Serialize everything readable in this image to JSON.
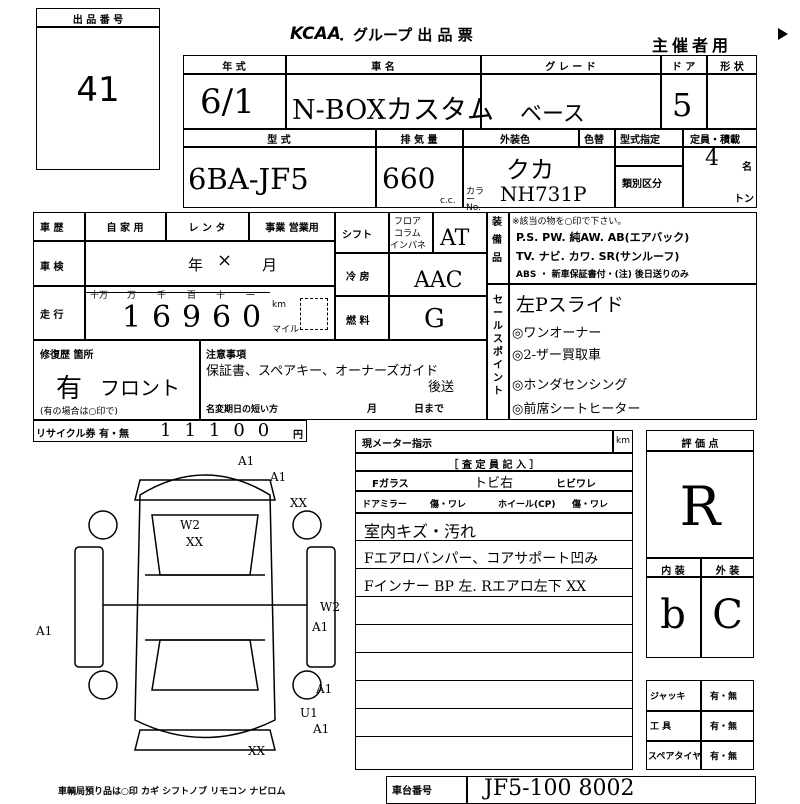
{
  "lot_box": {
    "label": "出 品 番 号",
    "number": "41"
  },
  "header": {
    "brand": "KCAA",
    "title": "．グループ 出 品 票",
    "host": "主催者用"
  },
  "row1": {
    "year_label": "年 式",
    "year_value": "6/1",
    "name_label": "車 名",
    "name_value": "N-BOXカスタム",
    "grade_label": "グ レ ー ド",
    "grade_value": "ベース",
    "door_label": "ド ア",
    "door_value": "5",
    "shape_label": "形 状"
  },
  "row2": {
    "model_label": "型 式",
    "model_value": "6BA-JF5",
    "disp_label": "排 気 量",
    "disp_value": "660",
    "disp_unit": "c.c.",
    "exterior_label": "外装色",
    "exterior_value": "クカ",
    "color_no_label": "色替",
    "type_spec_label": "型式指定",
    "class_label": "類別区分",
    "capacity_label": "定員・積載",
    "capacity_value": "4",
    "capacity_unit": "名",
    "ton_unit": "トン",
    "color_code_label": "カラー No.",
    "color_code_value": "NH731P"
  },
  "history": {
    "label": "車 歴",
    "options": [
      "自 家 用",
      "レ ン タ",
      "事業 営業用"
    ]
  },
  "inspection": {
    "label": "車 検",
    "year": "年",
    "x": "×",
    "month": "月"
  },
  "mileage": {
    "label": "走 行",
    "units": [
      "十万",
      "万",
      "千",
      "百",
      "十",
      "一"
    ],
    "digits": [
      "1",
      "6",
      "9",
      "6",
      "0"
    ],
    "km_label": "km",
    "mile_label": "マイル"
  },
  "shift": {
    "label": "シフト",
    "options": [
      "フロア",
      "コラム",
      "インパネ"
    ],
    "value": "AT"
  },
  "ac": {
    "label": "冷 房",
    "value": "AAC"
  },
  "fuel": {
    "label": "燃 料",
    "value": "G"
  },
  "equipment": {
    "label": "装 備 品",
    "note": "※該当の物を○印で下さい。",
    "line1": "P.S. PW. 純AW. AB(エアバック)",
    "line2": "TV. ナビ. カワ. SR(サンルーフ)",
    "line3": "ABS ・ 新車保証書付・(注) 後日送りのみ"
  },
  "sales_point": {
    "label": "セールスポイント",
    "lines": [
      "左Pスライド",
      "◎ワンオーナー",
      "◎2-ザー買取車",
      "◎ホンダセンシング",
      "◎前席シートヒーター"
    ]
  },
  "repair": {
    "label": "修復歴 箇所",
    "value": "有",
    "place": "フロント",
    "note": "(有の場合は○印で)"
  },
  "caution": {
    "label": "注意事項",
    "text": "保証書、スペアキー、オーナーズガイド",
    "text2": "後送",
    "deadline_label": "名変期日の短い方",
    "month": "月",
    "day": "日まで"
  },
  "recycle": {
    "label": "リサイクル券 有・無",
    "value": "11100",
    "unit": "円"
  },
  "meter": {
    "label": "現メーター指示",
    "unit": "km"
  },
  "assess": {
    "label": "［ 査 定 員 記 入 ］",
    "glass_label": "Fガラス",
    "glass_value": "トビ右",
    "glass_crack": "ヒビワレ",
    "mirror_label": "ドアミラー",
    "mirror_value": "傷・ワレ",
    "wheel_label": "ホイール(CP)",
    "wheel_value": "傷・ワレ"
  },
  "notes": [
    "室内キズ・汚れ",
    "Fエアロバンパー、コアサポート凹み",
    "Fインナー BP 左. Rエアロ左下 XX"
  ],
  "score": {
    "label": "評 価 点",
    "value": "R"
  },
  "int_ext": {
    "int_label": "内 装",
    "ext_label": "外 装",
    "int_value": "b",
    "ext_value": "C"
  },
  "tools": [
    {
      "label": "ジャッキ",
      "value": "有・無"
    },
    {
      "label": "工 具",
      "value": "有・無"
    },
    {
      "label": "スペアタイヤ",
      "value": "有・無"
    }
  ],
  "diagram_marks": [
    "A1",
    "A1",
    "W2",
    "XX",
    "XX",
    "A1",
    "W2",
    "A1",
    "A1",
    "A1",
    "U1",
    "XX"
  ],
  "footer": {
    "items": "車輌局預り品は○印  カギ シフトノブ リモコン ナビロム",
    "chassis_label": "車台番号",
    "chassis_value": "JF5-100 8002"
  }
}
